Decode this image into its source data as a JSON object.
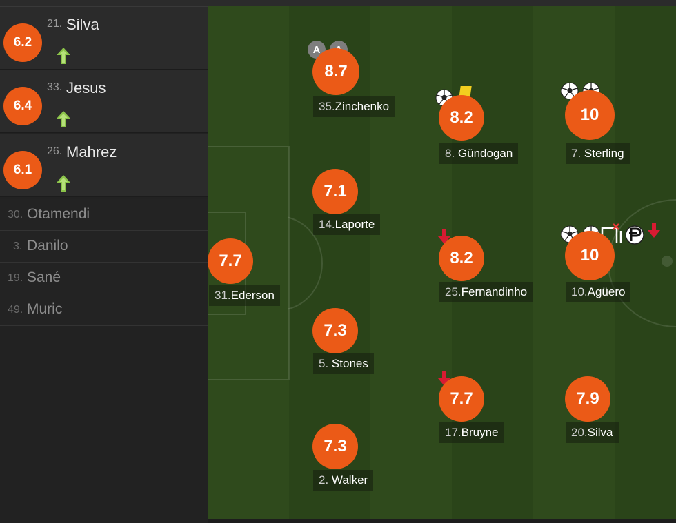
{
  "bench": {
    "subs": [
      {
        "num": "21.",
        "name": "Silva",
        "rating": "6.2"
      },
      {
        "num": "33.",
        "name": "Jesus",
        "rating": "6.4"
      },
      {
        "num": "26.",
        "name": "Mahrez",
        "rating": "6.1"
      }
    ],
    "unused": [
      {
        "num": "30.",
        "name": "Otamendi"
      },
      {
        "num": "3.",
        "name": "Danilo"
      },
      {
        "num": "19.",
        "name": "Sané"
      },
      {
        "num": "49.",
        "name": "Muric"
      }
    ]
  },
  "players": {
    "ederson": {
      "num": "31.",
      "name": "Ederson",
      "rating": "7.7"
    },
    "zinchenko": {
      "num": "35.",
      "name": "Zinchenko",
      "rating": "8.7",
      "assist_label": "A"
    },
    "laporte": {
      "num": "14.",
      "name": "Laporte",
      "rating": "7.1"
    },
    "stones": {
      "num": "5.",
      "name": "Stones",
      "rating": "7.3"
    },
    "walker": {
      "num": "2.",
      "name": "Walker",
      "rating": "7.3"
    },
    "gundogan": {
      "num": "8.",
      "name": "Gündogan",
      "rating": "8.2"
    },
    "fernandinho": {
      "num": "25.",
      "name": "Fernandinho",
      "rating": "8.2"
    },
    "bruyne": {
      "num": "17.",
      "name": "Bruyne",
      "rating": "7.7"
    },
    "sterling": {
      "num": "7.",
      "name": "Sterling",
      "rating": "10"
    },
    "aguero": {
      "num": "10.",
      "name": "Agüero",
      "rating": "10"
    },
    "silva": {
      "num": "20.",
      "name": "Silva",
      "rating": "7.9"
    }
  },
  "colors": {
    "rating_orange": "#eb5a17",
    "sub_on_arrow": "#8bc34a",
    "sub_off_arrow": "#d81b32",
    "yellow_card": "#f2cf1f",
    "pitch_dark": "#2a4419",
    "pitch_light": "#2f4a1c"
  },
  "icons": [
    "sub-on-arrow-icon",
    "sub-off-arrow-icon",
    "goal-ball-icon",
    "yellow-card-icon",
    "assist-icon",
    "missed-penalty-icon",
    "penalty-goal-icon"
  ]
}
